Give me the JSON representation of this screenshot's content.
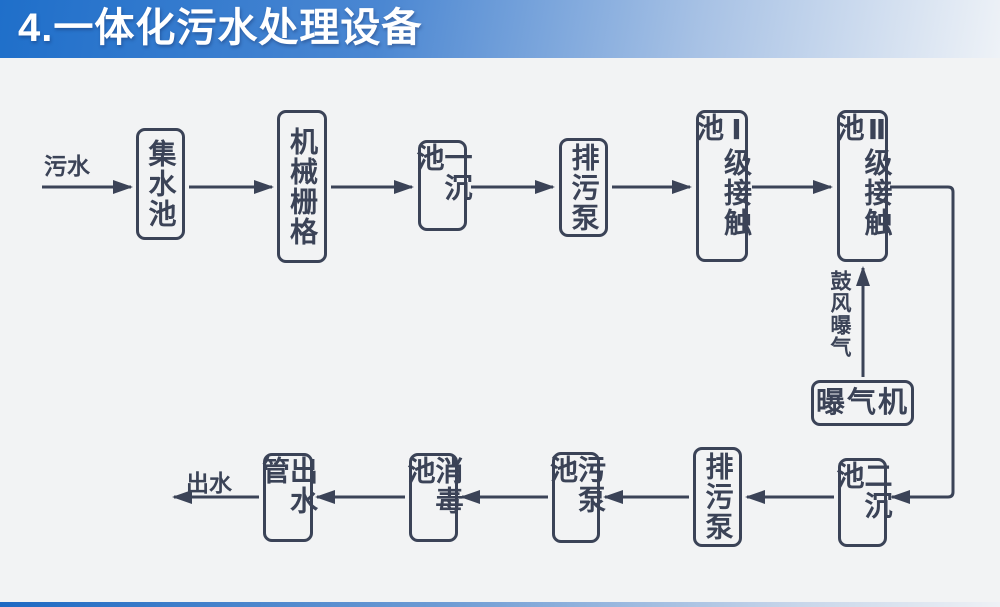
{
  "slide": {
    "title": "4.一体化污水处理设备"
  },
  "colors": {
    "line": "#3b4357",
    "title_gradient_start": "#1f6fca",
    "title_gradient_end": "#eef2f7",
    "bottom_bar_start": "#1d69c3",
    "background": "#f2f3f4",
    "title_text": "#ffffff"
  },
  "labels": {
    "inflow": "污水",
    "outflow": "出水",
    "aeration": "鼓风曝气"
  },
  "nodes": [
    {
      "id": "collecting-tank",
      "label": "集水池"
    },
    {
      "id": "mechanical-screen",
      "label": "机械栅格"
    },
    {
      "id": "primary-sedimentation-tank",
      "label": "一沉池"
    },
    {
      "id": "sewage-pump-top",
      "label": "排污泵"
    },
    {
      "id": "stage1-contact-tank",
      "label": "Ⅰ级接触池"
    },
    {
      "id": "stage2-contact-tank",
      "label": "Ⅱ级接触池"
    },
    {
      "id": "aerator",
      "label": "曝气机"
    },
    {
      "id": "secondary-sedimentation-tank",
      "label": "二沉池"
    },
    {
      "id": "sewage-pump-bottom",
      "label": "排污泵"
    },
    {
      "id": "sludge-pump-tank",
      "label": "污泵池"
    },
    {
      "id": "disinfection-tank",
      "label": "消毒池"
    },
    {
      "id": "outlet-pipe",
      "label": "出水管"
    }
  ]
}
